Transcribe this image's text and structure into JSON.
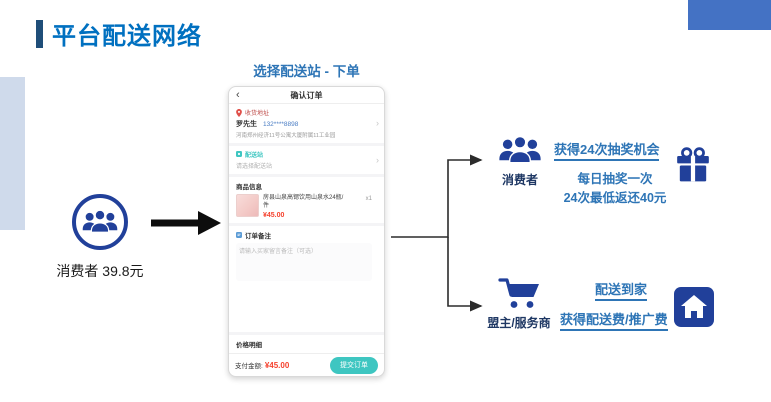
{
  "slide": {
    "title": "平台配送网络",
    "subtitle": "选择配送站 - 下单"
  },
  "left_node": {
    "label": "消费者 39.8元"
  },
  "phone": {
    "header": {
      "back_icon": "‹",
      "title": "确认订单"
    },
    "address": {
      "section_label": "收货地址",
      "name": "罗先生",
      "phone": "132****8898",
      "detail": "河南郑州经济11号公寓大厦附属11工业园",
      "chevron": "›"
    },
    "station": {
      "section_label": "配送站",
      "placeholder": "请选择配送站",
      "chevron": "›"
    },
    "product": {
      "section_label": "商品信息",
      "name": "房县山泉高锶饮用山泉水24瓶/件",
      "price": "¥45.00",
      "quantity": "x1"
    },
    "remark": {
      "section_label": "订单备注",
      "placeholder": "请输入买家留言备注（可选）"
    },
    "price_detail": {
      "section_label": "价格明细"
    },
    "footer": {
      "pay_label": "支付金额:",
      "pay_amount": "¥45.00",
      "submit_label": "提交订单"
    }
  },
  "branch_top": {
    "node_label": "消费者",
    "headline": "获得24次抽奖机会",
    "detail_line1": "每日抽奖一次",
    "detail_line2": "24次最低返还40元"
  },
  "branch_bottom": {
    "node_label": "盟主/服务商",
    "headline": "配送到家",
    "detail": "获得配送费/推广费"
  },
  "colors": {
    "title_blue": "#0070C0",
    "accent_bar": "#1F4E79",
    "corner_rect": "#4472C4",
    "left_strip": "#CFDAEB",
    "icon_navy": "#21409A",
    "text_blue": "#2E75B6",
    "teal": "#3EC6C1",
    "price_red": "#F5412D"
  }
}
